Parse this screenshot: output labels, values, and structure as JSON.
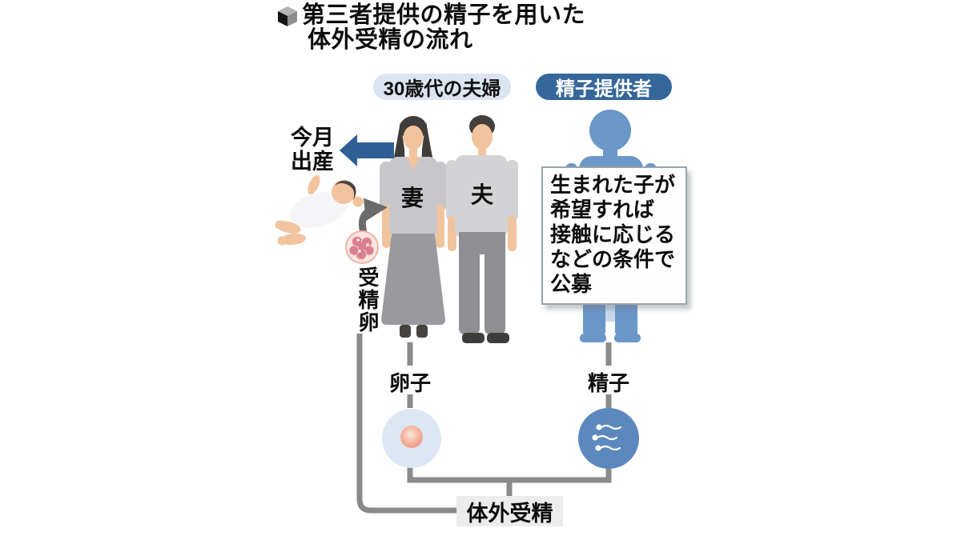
{
  "title": {
    "line1": "第三者提供の精子を用いた",
    "line2": "体外受精の流れ",
    "bullet_icon": "cube-icon"
  },
  "couple_group": {
    "header": "30歳代の夫婦",
    "wife_label": "妻",
    "husband_label": "夫",
    "birth_note_line1": "今月",
    "birth_note_line2": "出産",
    "embryo_label": "受精卵",
    "egg_label": "卵子"
  },
  "donor_group": {
    "header": "精子提供者",
    "conditions": [
      "生まれた子が",
      "希望すれば",
      "接触に応じる",
      "などの条件で",
      "公募"
    ],
    "sperm_label": "精子"
  },
  "process": {
    "ivf_label": "体外受精"
  },
  "icons": {
    "bullet": "cube-icon",
    "birth_arrow": "left-arrow-icon",
    "implant_arrow": "curved-arrow-icon"
  },
  "colors": {
    "couple_pill_bg": "#dbe4ef",
    "donor_pill_bg": "#35679a",
    "donor_silhouette": "#6b97c8",
    "sperm_circle": "#5b89bd",
    "egg_circle": "#dde7f3",
    "connector_gray": "#8a8a8a",
    "arrow_blue": "#2e5f94",
    "ivf_box_bg": "#ececec",
    "embryo_pink": "#db7f8e"
  }
}
